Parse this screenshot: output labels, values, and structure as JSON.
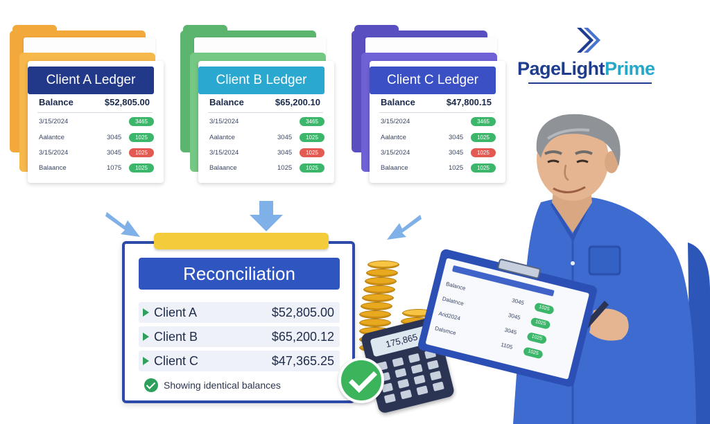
{
  "folders": [
    {
      "title": "Client A Ledger",
      "balance_label": "Balance",
      "balance": "$52,805.00",
      "rows": [
        {
          "c1": "3/15/2024",
          "c2": "",
          "pill": "3465",
          "pill_color": "green"
        },
        {
          "c1": "Aalantce",
          "c2": "3045",
          "pill": "1025",
          "pill_color": "green"
        },
        {
          "c1": "3/15/2024",
          "c2": "3045",
          "pill": "1025",
          "pill_color": "red"
        },
        {
          "c1": "Balaance",
          "c2": "1075",
          "pill": "1025",
          "pill_color": "green"
        }
      ]
    },
    {
      "title": "Client B Ledger",
      "balance_label": "Balance",
      "balance": "$65,200.10",
      "rows": [
        {
          "c1": "3/15/2024",
          "c2": "",
          "pill": "3465",
          "pill_color": "green"
        },
        {
          "c1": "Aalantce",
          "c2": "3045",
          "pill": "1025",
          "pill_color": "green"
        },
        {
          "c1": "3/15/2024",
          "c2": "3045",
          "pill": "1025",
          "pill_color": "red"
        },
        {
          "c1": "Balaance",
          "c2": "1025",
          "pill": "1025",
          "pill_color": "green"
        }
      ]
    },
    {
      "title": "Client C Ledger",
      "balance_label": "Balance",
      "balance": "$47,800.15",
      "rows": [
        {
          "c1": "3/15/2024",
          "c2": "",
          "pill": "3465",
          "pill_color": "green"
        },
        {
          "c1": "Aalantce",
          "c2": "3045",
          "pill": "1025",
          "pill_color": "green"
        },
        {
          "c1": "3/15/2024",
          "c2": "3045",
          "pill": "1025",
          "pill_color": "red"
        },
        {
          "c1": "Balaance",
          "c2": "1025",
          "pill": "1025",
          "pill_color": "green"
        }
      ]
    }
  ],
  "logo": {
    "part1": "PageLight",
    "part2": "Prime",
    "icon": "chevron-arrow-icon"
  },
  "reconciliation": {
    "title": "Reconciliation",
    "rows": [
      {
        "name": "Client A",
        "amount": "$52,805.00"
      },
      {
        "name": "Client B",
        "amount": "$65,200.12"
      },
      {
        "name": "Client C",
        "amount": "$47,365.25"
      }
    ],
    "status": "Showing identical balances"
  },
  "calculator": {
    "display": "175,865"
  },
  "clipboard": {
    "rows": [
      {
        "c1": "Balance",
        "c2": "3045",
        "pill": "1025"
      },
      {
        "c1": "Dalatnce",
        "c2": "3045",
        "pill": "1025"
      },
      {
        "c1": "Arid2024",
        "c2": "3045",
        "pill": "1025"
      },
      {
        "c1": "Dalsmce",
        "c2": "1105",
        "pill": "1025"
      }
    ]
  },
  "colors": {
    "brand": "#1f3d8f",
    "accent": "#25a8c9",
    "ok": "#3cb66a",
    "warn": "#e25a52"
  }
}
